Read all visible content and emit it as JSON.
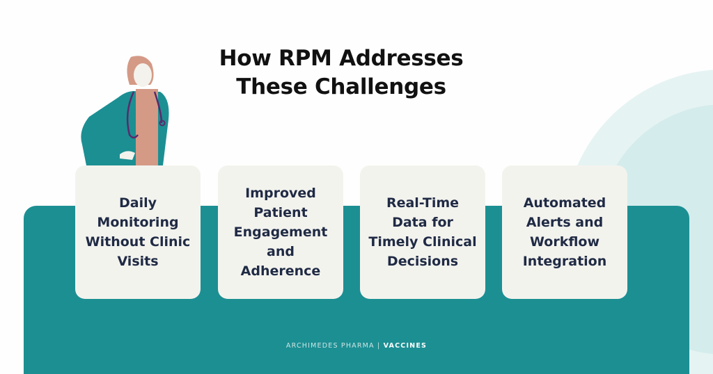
{
  "title": {
    "line1": "How RPM Addresses",
    "line2": "These Challenges"
  },
  "cards": [
    {
      "label": "Daily Monitoring Without Clinic Visits"
    },
    {
      "label": "Improved Patient Engagement and Adherence"
    },
    {
      "label": "Real-Time Data for Timely Clinical Decisions"
    },
    {
      "label": "Automated Alerts and Workflow Integration"
    }
  ],
  "footer": {
    "brand": "ARCHIMEDES PHARMA",
    "separator": "|",
    "section": "VACCINES"
  },
  "colors": {
    "teal": "#1c8f93",
    "card": "#f3f3ee",
    "text": "#1f2a44"
  }
}
